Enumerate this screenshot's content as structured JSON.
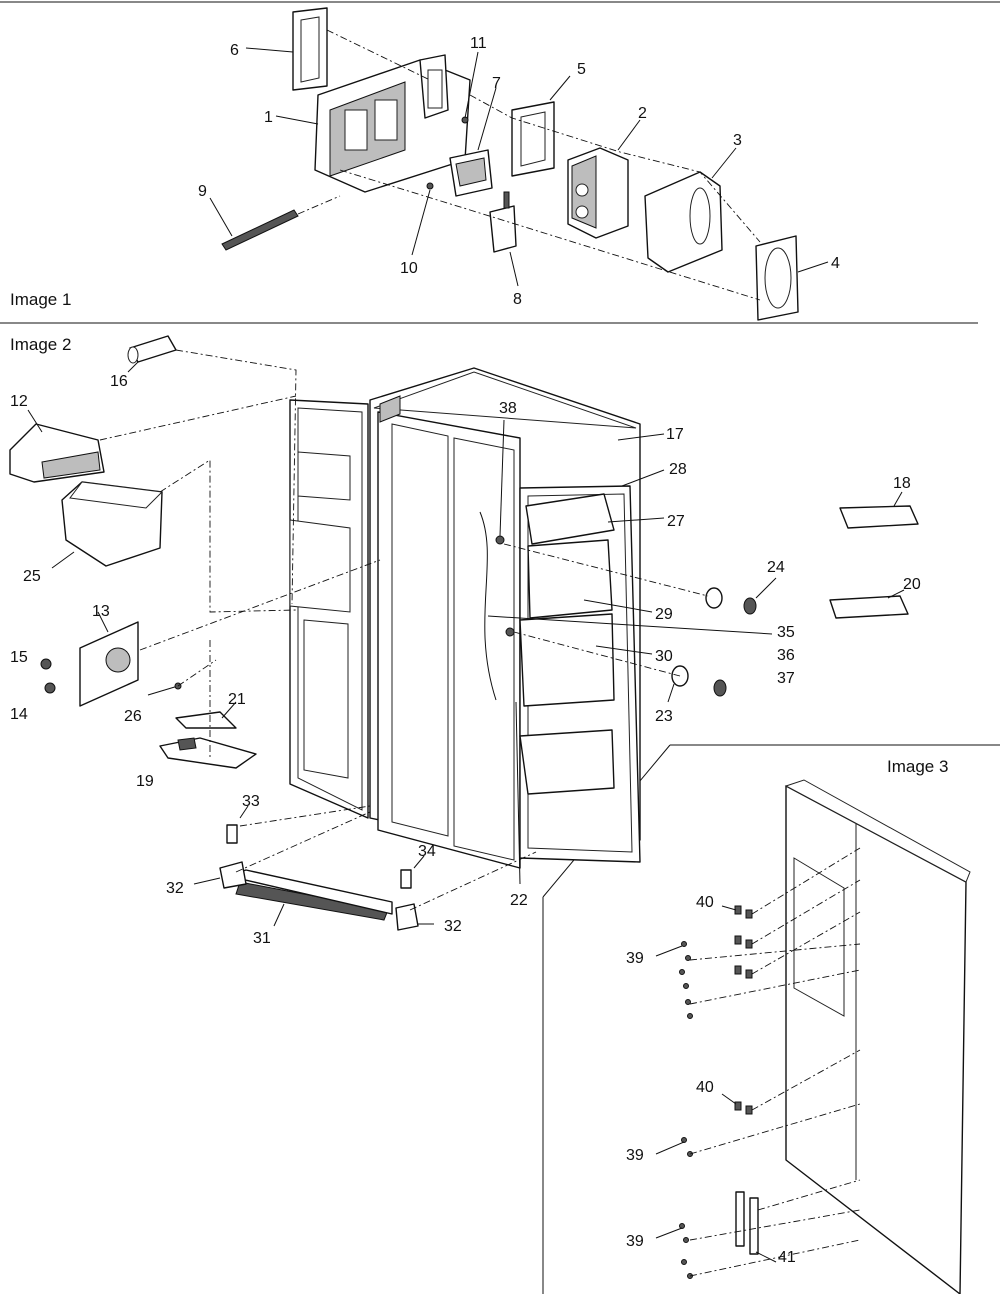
{
  "sections": [
    {
      "id": "image1",
      "label": "Image 1"
    },
    {
      "id": "image2",
      "label": "Image 2"
    },
    {
      "id": "image3",
      "label": "Image 3"
    }
  ],
  "callouts": [
    "1",
    "2",
    "3",
    "4",
    "5",
    "6",
    "7",
    "8",
    "9",
    "10",
    "11",
    "12",
    "13",
    "14",
    "15",
    "16",
    "17",
    "18",
    "19",
    "20",
    "21",
    "22",
    "23",
    "24",
    "25",
    "26",
    "27",
    "28",
    "29",
    "30",
    "31",
    "32",
    "33",
    "34",
    "35",
    "36",
    "37",
    "38",
    "39",
    "40",
    "41"
  ]
}
